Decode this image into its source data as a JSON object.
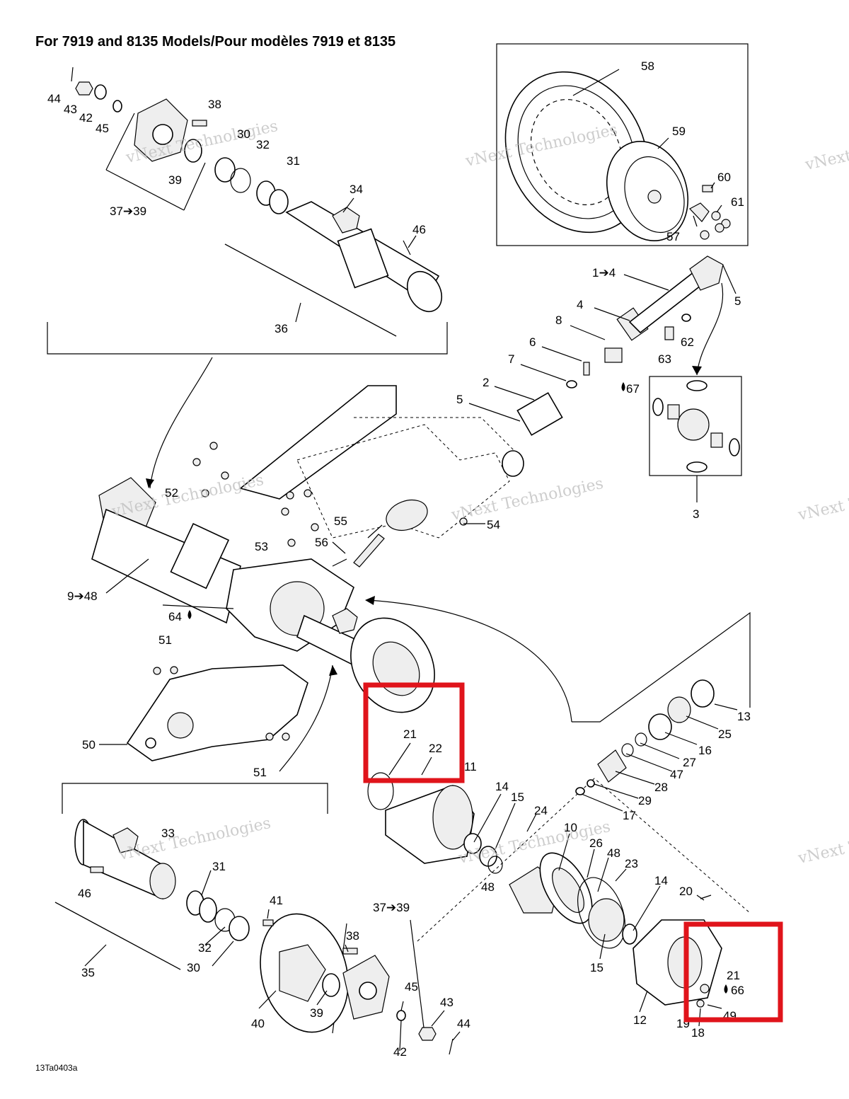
{
  "diagram": {
    "title": "For 7919 and 8135 Models/Pour modèles 7919 et 8135",
    "drawing_code": "13Ta0403a",
    "watermark": "vNext Technologies",
    "callouts": {
      "c44a": "44",
      "c43a": "43",
      "c42a": "42",
      "c45a": "45",
      "c38a": "38",
      "c39a": "39",
      "c3739a": "37➔39",
      "c30a": "30",
      "c32a": "32",
      "c31a": "31",
      "c34": "34",
      "c46a": "46",
      "c36": "36",
      "c58": "58",
      "c59": "59",
      "c60": "60",
      "c61": "61",
      "c57": "57",
      "c14": "1➔4",
      "c4": "4",
      "c5a": "5",
      "c8": "8",
      "c6": "6",
      "c7": "7",
      "c63": "63",
      "c62": "62",
      "c2": "2",
      "c5b": "5",
      "c67": "67",
      "c3": "3",
      "c52": "52",
      "c53": "53",
      "c55": "55",
      "c56": "56",
      "c54": "54",
      "c948": "9➔48",
      "c64": "64",
      "c51a": "51",
      "c50": "50",
      "c51b": "51",
      "c21a": "21",
      "c22": "22",
      "c11": "11",
      "c13": "13",
      "c25": "25",
      "c16": "16",
      "c27": "27",
      "c47": "47",
      "c28": "28",
      "c29": "29",
      "c17": "17",
      "c14b": "14",
      "c15a": "15",
      "c24": "24",
      "c10": "10",
      "c26": "26",
      "c48a": "48",
      "c23": "23",
      "c48b": "48",
      "c14c": "14",
      "c15b": "15",
      "c20": "20",
      "c21b": "21",
      "c66": "66",
      "c49": "49",
      "c12": "12",
      "c19": "19",
      "c18": "18",
      "c33": "33",
      "c31b": "31",
      "c46b": "46",
      "c32b": "32",
      "c30b": "30",
      "c35": "35",
      "c41": "41",
      "c3739b": "37➔39",
      "c38b": "38",
      "c45b": "45",
      "c43b": "43",
      "c39b": "39",
      "c40": "40",
      "c42b": "42",
      "c44b": "44"
    },
    "highlight_color": "#e0141b"
  }
}
